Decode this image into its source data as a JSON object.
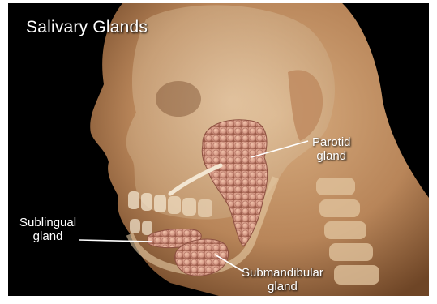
{
  "title": "Salivary Glands",
  "labels": {
    "parotid_line1": "Parotid",
    "parotid_line2": "gland",
    "sublingual_line1": "Sublingual",
    "sublingual_line2": "gland",
    "submandibular_line1": "Submandibular",
    "submandibular_line2": "gland"
  },
  "colors": {
    "background": "#000000",
    "skin": "#c79a6c",
    "bone": "#e7cfae",
    "gland": "#d9a088",
    "gland_shadow": "#9a5a48",
    "duct": "#f3e6d2",
    "leader_line": "#ffffff"
  }
}
